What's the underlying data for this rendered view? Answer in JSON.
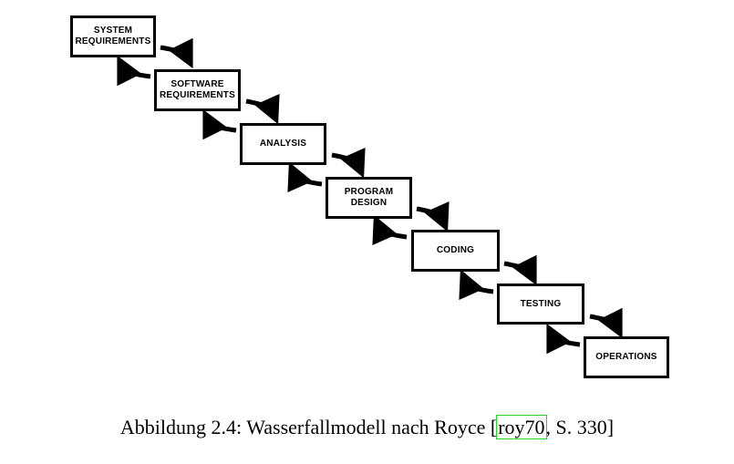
{
  "diagram": {
    "stages": [
      {
        "id": "system-requirements",
        "label": "SYSTEM\nREQUIREMENTS"
      },
      {
        "id": "software-requirements",
        "label": "SOFTWARE\nREQUIREMENTS"
      },
      {
        "id": "analysis",
        "label": "ANALYSIS"
      },
      {
        "id": "program-design",
        "label": "PROGRAM\nDESIGN"
      },
      {
        "id": "coding",
        "label": "CODING"
      },
      {
        "id": "testing",
        "label": "TESTING"
      },
      {
        "id": "operations",
        "label": "OPERATIONS"
      }
    ]
  },
  "caption": {
    "prefix": "Abbildung 2.4: Wasserfallmodell nach Royce [",
    "citation": "roy70",
    "suffix": ", S. 330]"
  }
}
